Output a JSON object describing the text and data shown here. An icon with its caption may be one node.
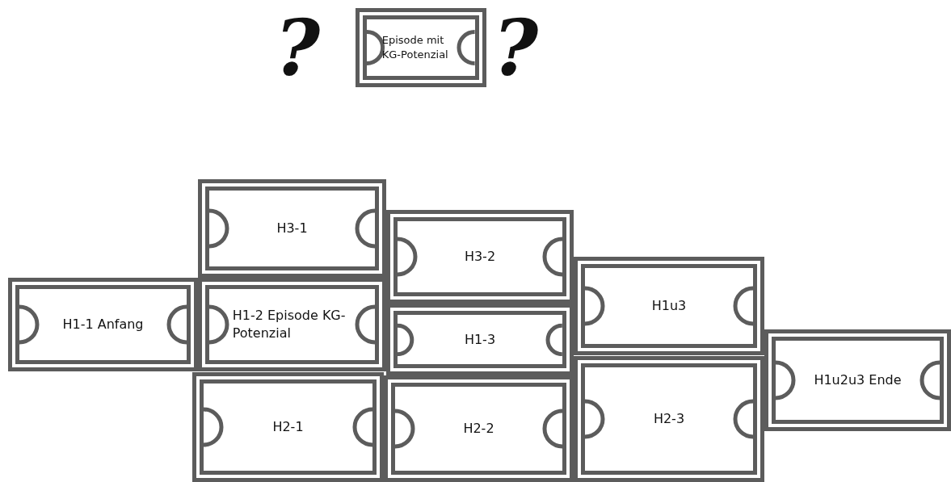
{
  "diagram": {
    "nodes": [
      {
        "text": [
          "Episode mit KG-Potenzial"
        ]
      },
      {
        "text": [
          "H3-1"
        ]
      },
      {
        "text": [
          "H3-2"
        ]
      },
      {
        "text": [
          "H1-1 Anfang"
        ]
      },
      {
        "text": [
          "H1-2 Episode KG-Potenzial"
        ]
      },
      {
        "text": [
          "H1-3"
        ]
      },
      {
        "text": [
          "H1u3"
        ]
      },
      {
        "text": [
          "H1u2u3 Ende"
        ]
      },
      {
        "text": [
          "H2-1"
        ]
      },
      {
        "text": [
          "H2-2"
        ]
      },
      {
        "text": [
          "H2-3"
        ]
      }
    ],
    "labels": [
      "?",
      "?"
    ]
  }
}
